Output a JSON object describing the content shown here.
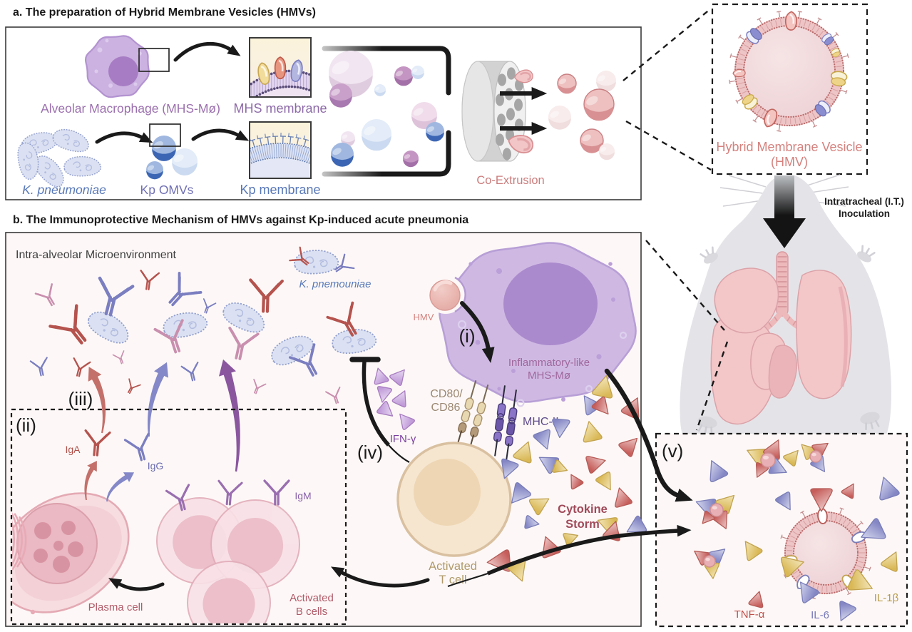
{
  "figure": {
    "panel_a": {
      "title": "a. The preparation of Hybrid Membrane Vesicles (HMVs)",
      "labels": {
        "macrophage": "Alveolar Macrophage (MHS-Mø)",
        "mhs_membrane": "MHS membrane",
        "bacteria": "K. pneumoniae",
        "omvs": "Kp OMVs",
        "kp_membrane": "Kp membrane",
        "coextrusion": "Co-Extrusion"
      }
    },
    "hmv_inset": {
      "label_line1": "Hybrid Membrane Vesicle",
      "label_line2": "(HMV)"
    },
    "mouse": {
      "label_line1": "Intratracheal (I.T.)",
      "label_line2": "Inoculation"
    },
    "panel_b": {
      "title": "b. The Immunoprotective Mechanism of HMVs against Kp-induced acute pneumonia",
      "labels": {
        "environment": "Intra-alveolar Microenvironment",
        "bacteria": "K. pnemouniae",
        "hmv": "HMV",
        "macrophage_line1": "Inflammatory-like",
        "macrophage_line2": "MHS-Mø",
        "cd80_line1": "CD80/",
        "cd80_line2": "CD86",
        "mhc": "MHC-II",
        "ifn": "IFN-γ",
        "iga": "IgA",
        "igg": "IgG",
        "igm": "IgM",
        "plasma_cell": "Plasma cell",
        "b_cells_line1": "Activated",
        "b_cells_line2": "B cells",
        "t_cell_line1": "Activated",
        "t_cell_line2": "T cell",
        "storm_line1": "Cytokine",
        "storm_line2": "Storm"
      },
      "steps": {
        "i": "(i)",
        "ii": "(ii)",
        "iii": "(iii)",
        "iv": "(iv)",
        "v": "(v)"
      }
    },
    "panel_v": {
      "tnf": "TNF-α",
      "il6": "IL-6",
      "il1b": "IL-1β"
    }
  },
  "colors": {
    "title": "#1b1b1b",
    "label_purple": "#9b6fae",
    "label_membrane": "#8d6aa8",
    "label_blue": "#5878b8",
    "label_omv": "#6f6fb5",
    "label_rose": "#cb7c7c",
    "label_salmon": "#d4827e",
    "label_mauve": "#a0679d",
    "label_tan": "#9c8872",
    "label_dark_purple": "#5d4a8a",
    "label_violet": "#7a3f9d",
    "label_iga_red": "#b0504a",
    "label_igg_blue": "#6a6ab0",
    "label_igm_purple": "#8a62aa",
    "label_plasma": "#b05a68",
    "label_tcell": "#b09a6a",
    "label_storm": "#a04a5a",
    "label_il6": "#7678b8",
    "label_il1b": "#b89a4a",
    "antibody_red": "#b5534e",
    "antibody_blue": "#7b7ec0",
    "antibody_pink": "#c98fae",
    "antibody_purple": "#9a6fb0",
    "macrophage_body": "#cdb6e2",
    "macrophage_nucleus": "#a987cb",
    "bacterium_fill": "#dbe1f2",
    "vesicle_rose": "#eec0c0",
    "panel_b_bg": "#fcf5f4",
    "mouse_grey": "#e4e4e8",
    "lung_pink": "#f3c6c8"
  }
}
